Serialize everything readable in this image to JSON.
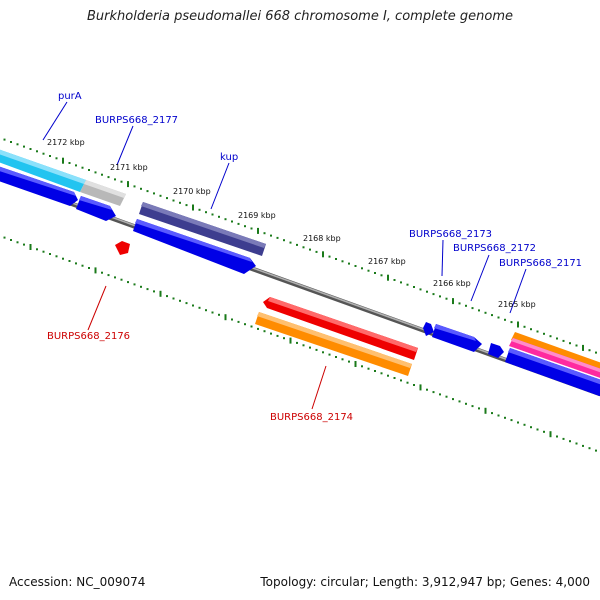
{
  "title": "Burkholderia pseudomallei 668 chromosome I, complete genome",
  "footer": {
    "accession": "Accession: NC_009074",
    "summary": "Topology: circular; Length: 3,912,947 bp; Genes: 4,000"
  },
  "colors": {
    "backbone": "#7a7a7a",
    "tick": "#1a7a1a",
    "forward_label": "#0000cc",
    "reverse_label": "#cc0000",
    "gene_blue": "#0000e6",
    "gene_navy": "#3d3d8f",
    "gene_cyan": "#22c4f0",
    "gene_grey": "#b8b8b8",
    "gene_red": "#ee0000",
    "gene_orange": "#ff8c00",
    "gene_magenta": "#ff2aa0"
  },
  "scale_labels": [
    "2172 kbp",
    "2171 kbp",
    "2170 kbp",
    "2169 kbp",
    "2168 kbp",
    "2167 kbp",
    "2166 kbp",
    "2165 kbp"
  ],
  "forward_gene_labels": [
    "purA",
    "BURPS668_2177",
    "kup",
    "BURPS668_2173",
    "BURPS668_2172",
    "BURPS668_2171"
  ],
  "reverse_gene_labels": [
    "BURPS668_2176",
    "BURPS668_2174"
  ]
}
